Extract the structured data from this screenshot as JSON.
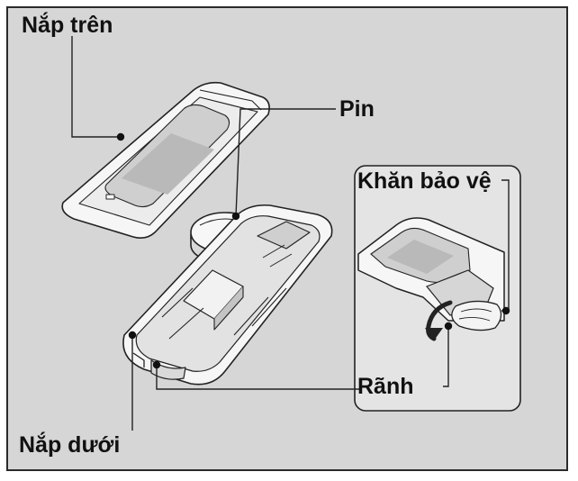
{
  "labels": {
    "top_cover": "Nắp trên",
    "battery": "Pin",
    "protective_cloth": "Khăn bảo vệ",
    "slot": "Rãnh",
    "bottom_cover": "Nắp dưới"
  },
  "colors": {
    "frame_background": "#d6d6d6",
    "inset_background": "#e4e4e4",
    "part_fill": "#f6f6f6",
    "shading": "#b9b9b9",
    "outline": "#222222"
  }
}
